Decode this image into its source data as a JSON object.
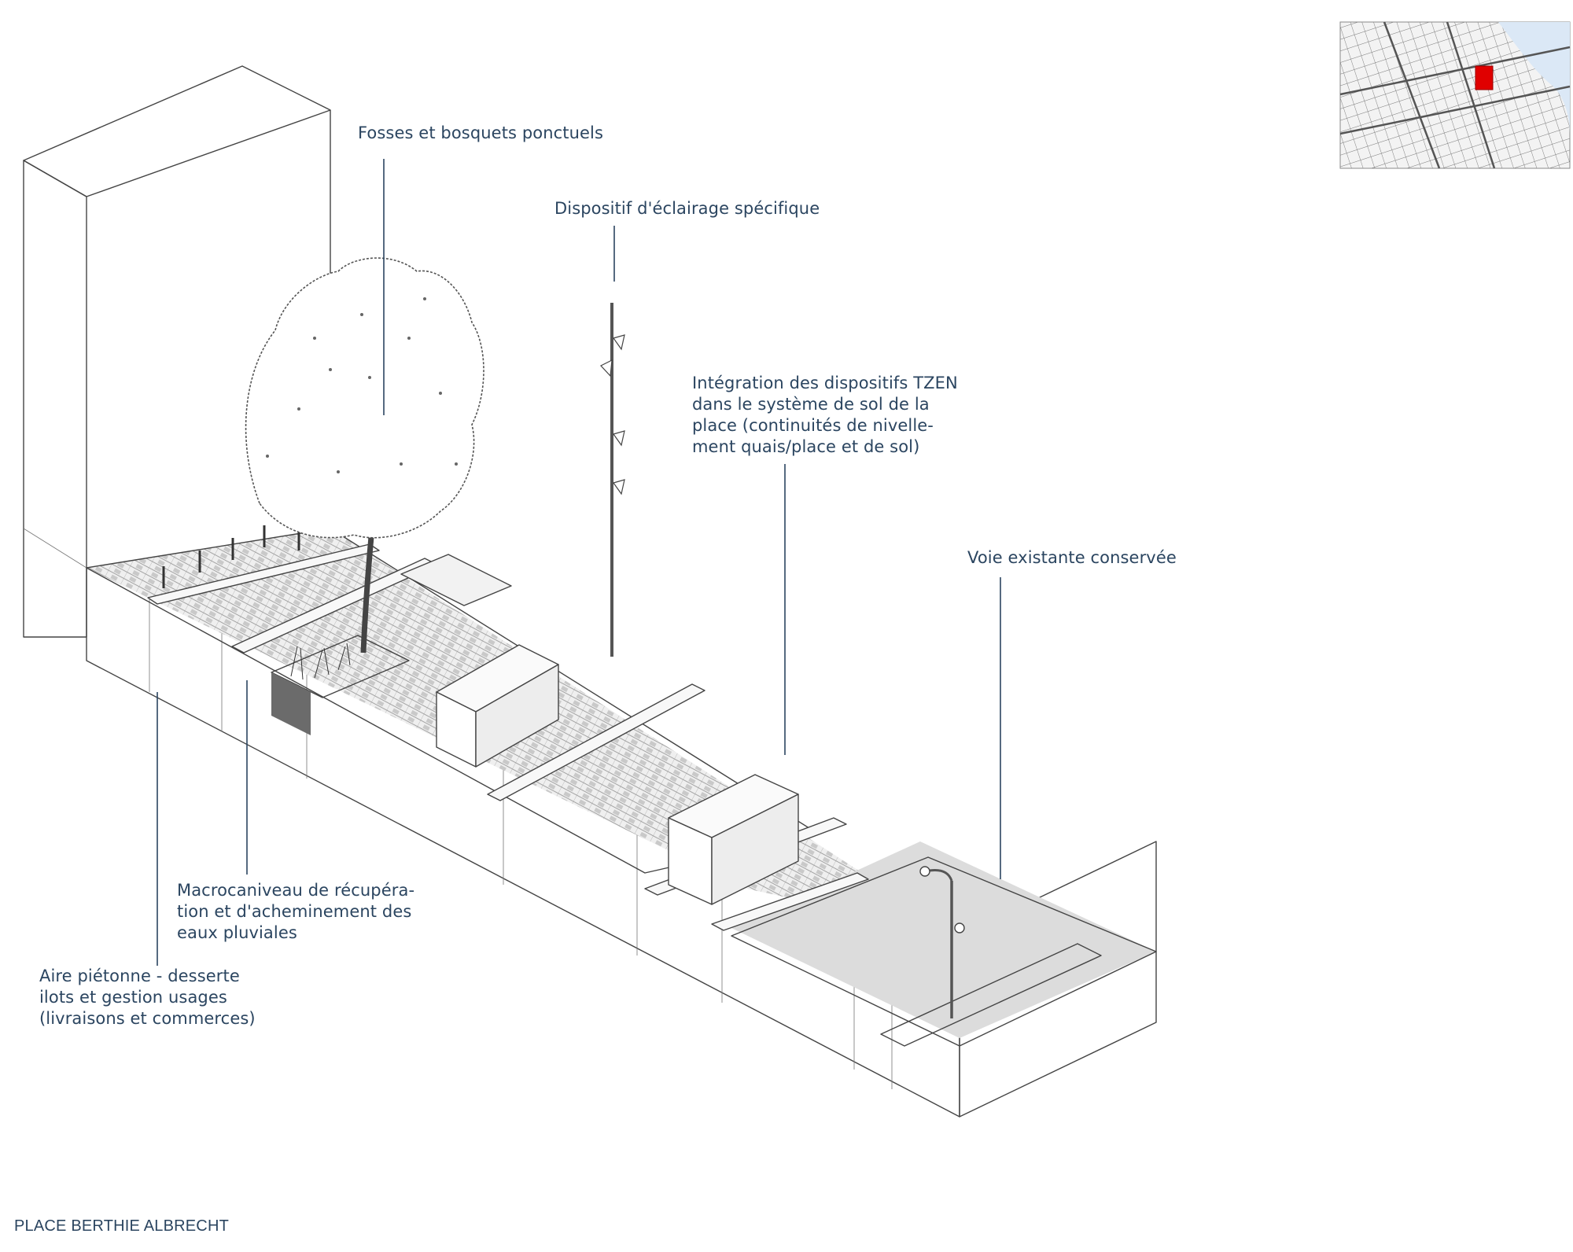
{
  "annotations": {
    "fosses": "Fosses et bosquets ponctuels",
    "eclairage": "Dispositif d'éclairage spécifique",
    "tzen": "Intégration des dispositifs TZEN\ndans le système de sol de la\nplace (continuités de nivelle-\nment quais/place et de sol)",
    "voie": "Voie existante conservée",
    "macrocaniveau": "Macrocaniveau de récupéra-\ntion et d'acheminement des\neaux pluviales",
    "aire": "Aire piétonne - desserte\nilots et gestion usages\n(livraisons et commerces)"
  },
  "caption": "PLACE BERTHIE ALBRECHT",
  "colors": {
    "text": "#2b4560",
    "highlight": "#e00000",
    "side_face": "#d2d2d2",
    "top_face": "#ededed",
    "road": "#dcdcdc"
  }
}
